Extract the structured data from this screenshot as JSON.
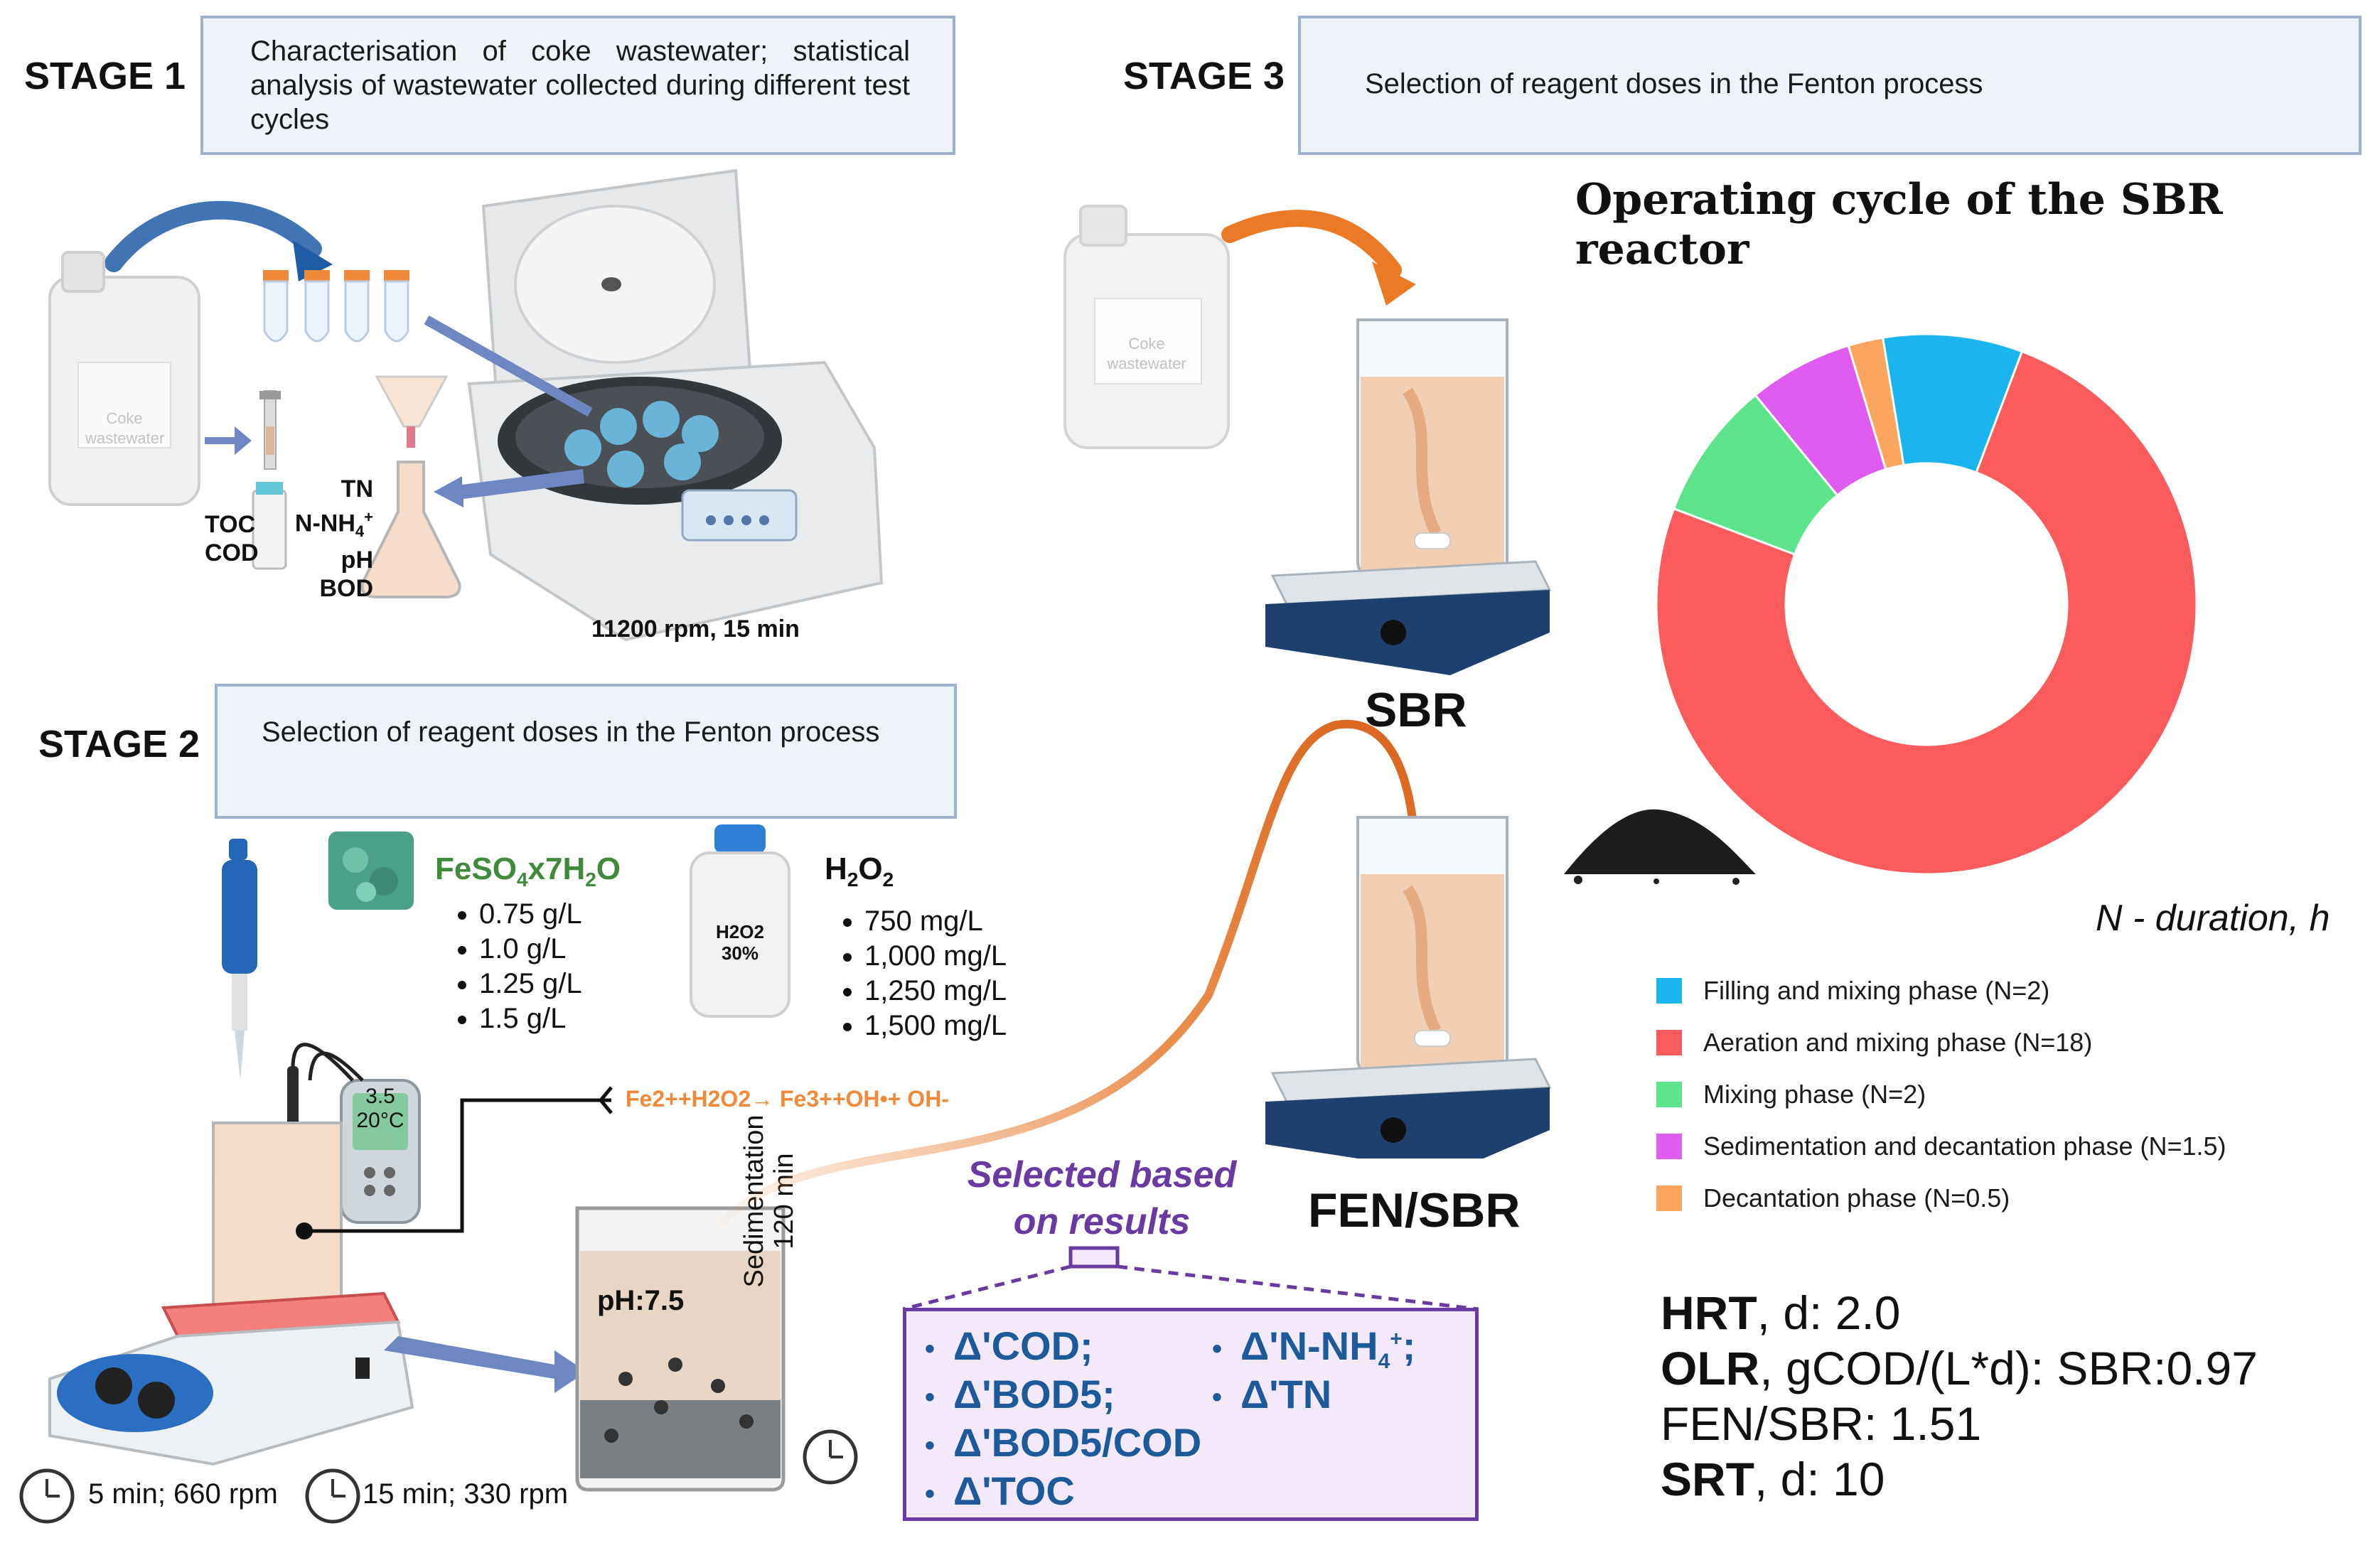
{
  "stage1": {
    "label": "STAGE 1",
    "description": "Characterisation of coke wastewater; statistical analysis of wastewater collected during different test cycles",
    "canister_label": "Coke wastewater",
    "vial_labels": [
      "TOC",
      "COD"
    ],
    "flask_labels": [
      "TN",
      "N-NH",
      "pH",
      "BOD"
    ],
    "centrifuge_caption": "11200 rpm, 15 min"
  },
  "stage2": {
    "label": "STAGE 2",
    "description": "Selection of reagent doses in the Fenton process",
    "feso4": {
      "title_prefix": "FeSO",
      "title_sub": "4",
      "title_suffix": "x7H",
      "title_sub2": "2",
      "title_end": "O",
      "doses": [
        "0.75 g/L",
        "1.0 g/L",
        "1.25 g/L",
        "1.5 g/L"
      ]
    },
    "h2o2": {
      "title": "H",
      "title_sub": "2",
      "title_mid": "O",
      "title_sub2": "2",
      "bottle_label_1": "H2O2",
      "bottle_label_2": "30%",
      "doses": [
        "750 mg/L",
        "1,000 mg/L",
        "1,250 mg/L",
        "1,500 mg/L"
      ]
    },
    "meter_value": "3.5",
    "meter_temp": "20°C",
    "reaction": "Fe2++H2O2→ Fe3++OH•+ OH-",
    "ph_label": "pH:7.5",
    "sedimentation_label": "Sedimentation",
    "sedimentation_time": "120 min",
    "timer1": "5 min; 660 rpm",
    "timer2": "15 min; 330 rpm"
  },
  "stage3": {
    "label": "STAGE 3",
    "description": "Selection of reagent doses in the Fenton process",
    "canister_label_1": "Coke",
    "canister_label_2": "wastewater",
    "sbr_label": "SBR",
    "fen_sbr_label": "FEN/SBR"
  },
  "selected": {
    "title_line1": "Selected based",
    "title_line2": "on results",
    "items": [
      "Δ'COD;",
      "Δ'BOD5;",
      "Δ'BOD5/COD",
      "Δ'TOC",
      "Δ'N-NH",
      "Δ'TN"
    ]
  },
  "chart_data": {
    "type": "pie",
    "title": "Operating cycle of the SBR reactor",
    "xlabel": "N - duration, h",
    "donut": true,
    "legend_position": "below",
    "slices": [
      {
        "label": "Filling and mixing phase (N=2)",
        "value": 2,
        "color": "#1ab4ee"
      },
      {
        "label": "Aeration and mixing phase (N=18)",
        "value": 18,
        "color": "#fb5b5b"
      },
      {
        "label": "Mixing phase (N=2)",
        "value": 2,
        "color": "#5de38a"
      },
      {
        "label": "Sedimentation and decantation phase (N=1.5)",
        "value": 1.5,
        "color": "#de5cf0"
      },
      {
        "label": "Decantation phase (N=0.5)",
        "value": 0.5,
        "color": "#fba55f"
      }
    ]
  },
  "params": {
    "hrt_key": "HRT",
    "hrt_rest": ", d: 2.0",
    "olr_key": "OLR",
    "olr_rest": ", gCOD/(L*d): SBR:0.97",
    "fen_line": "FEN/SBR: 1.51",
    "srt_key": "SRT",
    "srt_rest": ", d: 10"
  }
}
